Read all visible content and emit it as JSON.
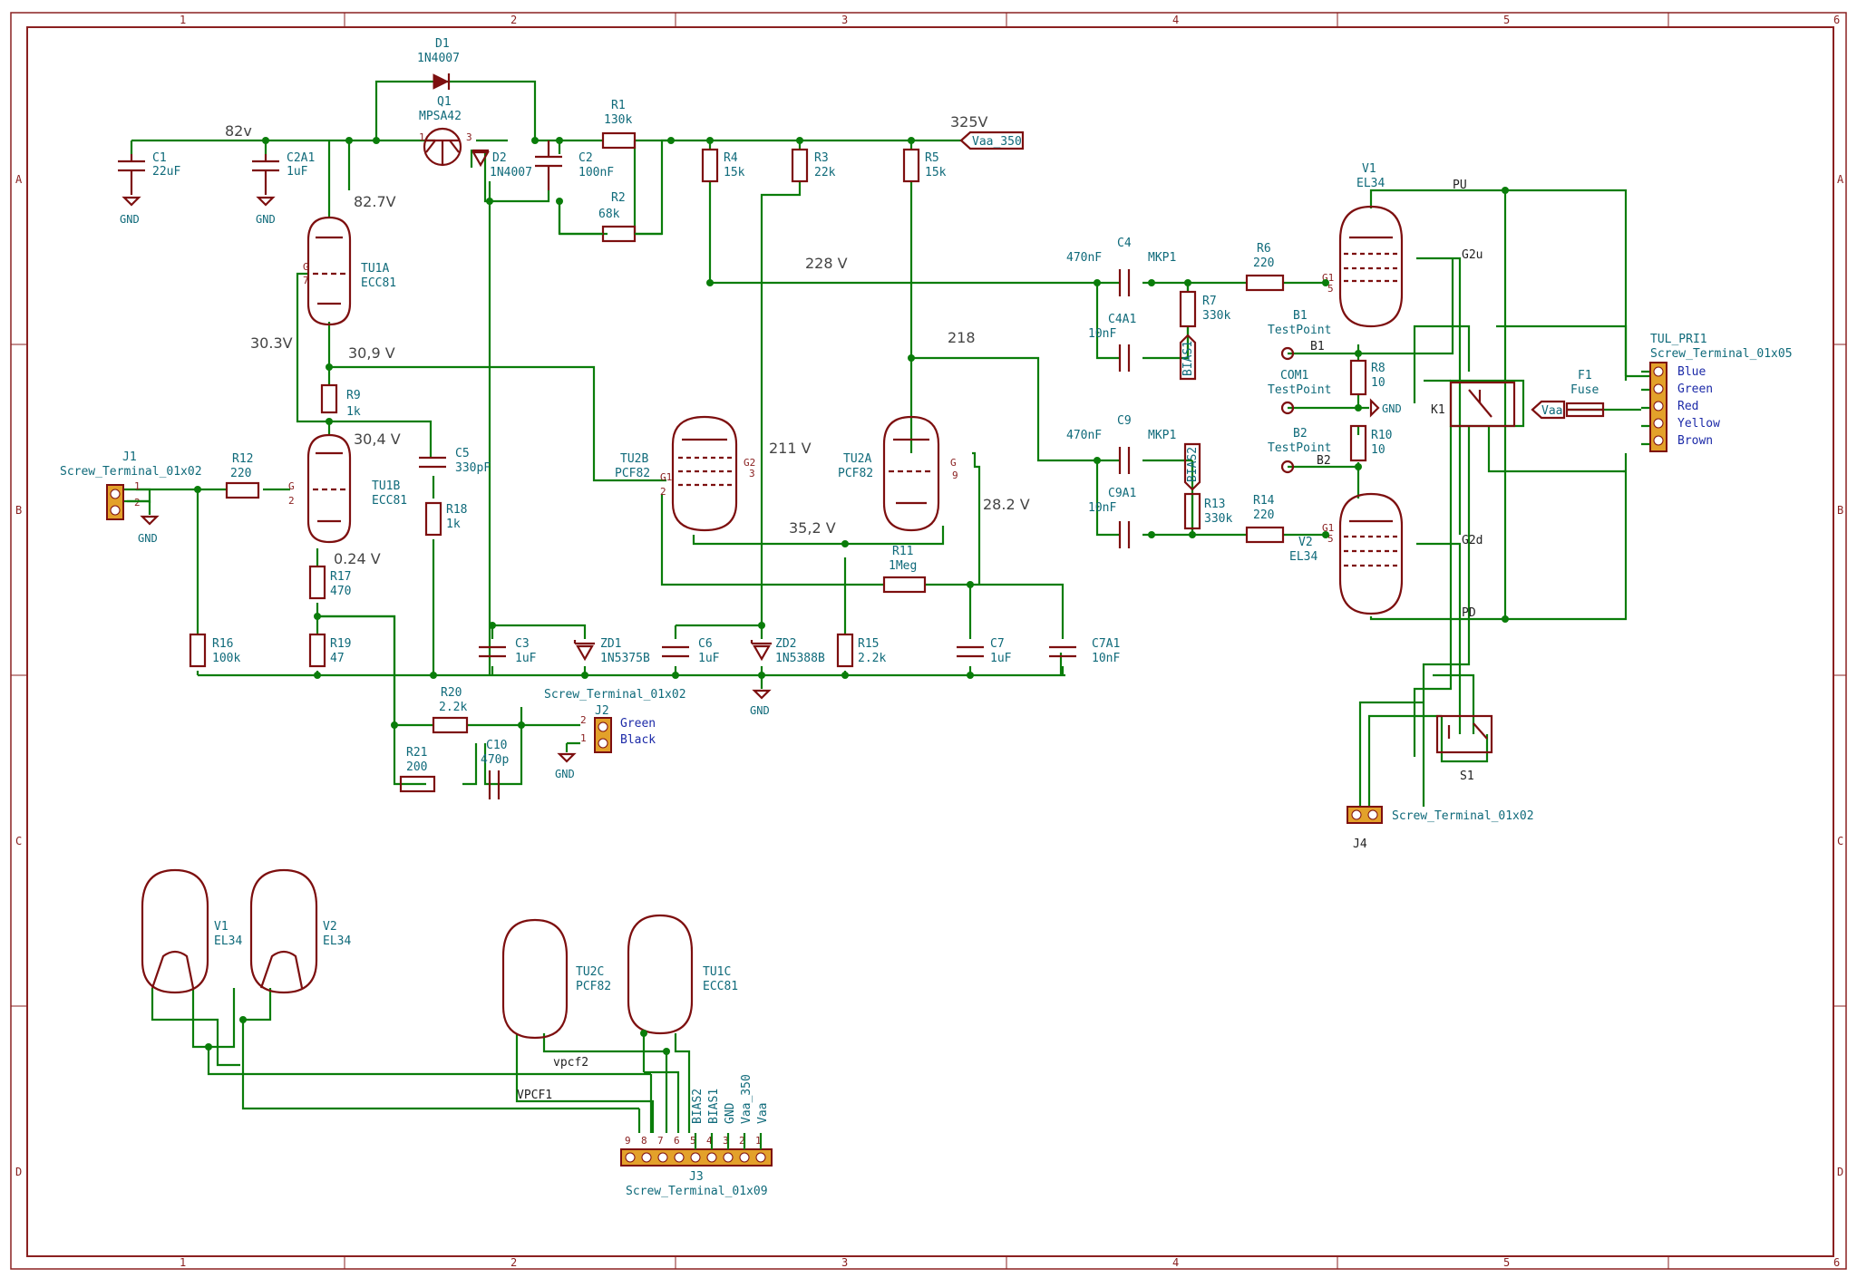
{
  "frame": {
    "columns": [
      "1",
      "2",
      "3",
      "4",
      "5",
      "6"
    ],
    "rows": [
      "A",
      "B",
      "C",
      "D"
    ]
  },
  "annotations": {
    "v82": "82v",
    "v82_7": "82.7V",
    "v30_3": "30.3V",
    "v30_9": "30,9 V",
    "v30_4": "30,4 V",
    "v0_24": "0.24 V",
    "v325": "325V",
    "v228": "228 V",
    "v218": "218",
    "v211": "211 V",
    "v35_2": "35,2 V",
    "v28_2": "28.2 V"
  },
  "components": {
    "D1": {
      "ref": "D1",
      "val": "1N4007"
    },
    "Q1": {
      "ref": "Q1",
      "val": "MPSA42"
    },
    "D2": {
      "ref": "D2",
      "val": "1N4007"
    },
    "C1": {
      "ref": "C1",
      "val": "22uF"
    },
    "C2A1": {
      "ref": "C2A1",
      "val": "1uF"
    },
    "C2": {
      "ref": "C2",
      "val": "100nF"
    },
    "R1": {
      "ref": "R1",
      "val": "130k"
    },
    "R2": {
      "ref": "R2",
      "val": "68k"
    },
    "R4": {
      "ref": "R4",
      "val": "15k"
    },
    "R3": {
      "ref": "R3",
      "val": "22k"
    },
    "R5": {
      "ref": "R5",
      "val": "15k"
    },
    "TU1A": {
      "ref": "TU1A",
      "val": "ECC81"
    },
    "TU1B": {
      "ref": "TU1B",
      "val": "ECC81"
    },
    "TU2B": {
      "ref": "TU2B",
      "val": "PCF82"
    },
    "TU2A": {
      "ref": "TU2A",
      "val": "PCF82"
    },
    "R9": {
      "ref": "R9",
      "val": "1k"
    },
    "C5": {
      "ref": "C5",
      "val": "330pF"
    },
    "R18": {
      "ref": "R18",
      "val": "1k"
    },
    "J1": {
      "ref": "J1",
      "val": "Screw_Terminal_01x02"
    },
    "R12": {
      "ref": "R12",
      "val": "220"
    },
    "R17": {
      "ref": "R17",
      "val": "470"
    },
    "R19": {
      "ref": "R19",
      "val": "47"
    },
    "R16": {
      "ref": "R16",
      "val": "100k"
    },
    "C3": {
      "ref": "C3",
      "val": "1uF"
    },
    "ZD1": {
      "ref": "ZD1",
      "val": "1N5375B"
    },
    "C6": {
      "ref": "C6",
      "val": "1uF"
    },
    "ZD2": {
      "ref": "ZD2",
      "val": "1N5388B"
    },
    "R15": {
      "ref": "R15",
      "val": "2.2k"
    },
    "R11": {
      "ref": "R11",
      "val": "1Meg"
    },
    "C7": {
      "ref": "C7",
      "val": "1uF"
    },
    "C7A1": {
      "ref": "C7A1",
      "val": "10nF"
    },
    "R20": {
      "ref": "R20",
      "val": "2.2k"
    },
    "R21": {
      "ref": "R21",
      "val": "200"
    },
    "C10": {
      "ref": "C10",
      "val": "470p"
    },
    "J2": {
      "ref": "J2",
      "val": "Screw_Terminal_01x02"
    },
    "C4": {
      "ref": "C4",
      "val": "470nF",
      "sub": "MKP1"
    },
    "C4A1": {
      "ref": "C4A1",
      "val": "10nF"
    },
    "R7": {
      "ref": "R7",
      "val": "330k"
    },
    "R6": {
      "ref": "R6",
      "val": "220"
    },
    "C9": {
      "ref": "C9",
      "val": "470nF",
      "sub": "MKP1"
    },
    "C9A1": {
      "ref": "C9A1",
      "val": "10nF"
    },
    "R13": {
      "ref": "R13",
      "val": "330k"
    },
    "R14": {
      "ref": "R14",
      "val": "220"
    },
    "V1": {
      "ref": "V1",
      "val": "EL34"
    },
    "V2": {
      "ref": "V2",
      "val": "EL34"
    },
    "R8": {
      "ref": "R8",
      "val": "10"
    },
    "R10": {
      "ref": "R10",
      "val": "10"
    },
    "K1": {
      "ref": "K1"
    },
    "F1": {
      "ref": "F1",
      "val": "Fuse"
    },
    "S1": {
      "ref": "S1"
    },
    "J4": {
      "ref": "J4",
      "val": "Screw_Terminal_01x02"
    },
    "TUL": {
      "ref": "TUL_PRI1",
      "val": "Screw_Terminal_01x05"
    },
    "J3": {
      "ref": "J3",
      "val": "Screw_Terminal_01x09"
    }
  },
  "testpoints": {
    "B1": {
      "ref": "B1",
      "val": "TestPoint",
      "net": "B1"
    },
    "COM1": {
      "ref": "COM1",
      "val": "TestPoint"
    },
    "B2": {
      "ref": "B2",
      "val": "TestPoint",
      "net": "B2"
    }
  },
  "labels": {
    "vaa350": "Vaa_350",
    "vaa": "Vaa",
    "gnd": "GND",
    "bias1": "BIAS1",
    "bias2": "BIAS2",
    "pu": "PU",
    "pd": "PD",
    "g2u": "G2u",
    "g2d": "G2d",
    "vpcf1": "VPCF1",
    "vpcf2": "vpcf2"
  },
  "tul_wires": [
    "Blue",
    "Green",
    "Red",
    "Yellow",
    "Brown"
  ],
  "j2_wires": [
    "Green",
    "Black"
  ],
  "j3_pins": [
    "9",
    "8",
    "7",
    "6",
    "5",
    "4",
    "3",
    "2",
    "1"
  ],
  "heaters": {
    "V1": {
      "ref": "V1",
      "val": "EL34"
    },
    "V2": {
      "ref": "V2",
      "val": "EL34"
    },
    "TU2C": {
      "ref": "TU2C",
      "val": "PCF82"
    },
    "TU1C": {
      "ref": "TU1C",
      "val": "ECC81"
    }
  },
  "j3_labels": [
    "BIAS2",
    "BIAS1",
    "GND",
    "Vaa_350",
    "Vaa"
  ]
}
